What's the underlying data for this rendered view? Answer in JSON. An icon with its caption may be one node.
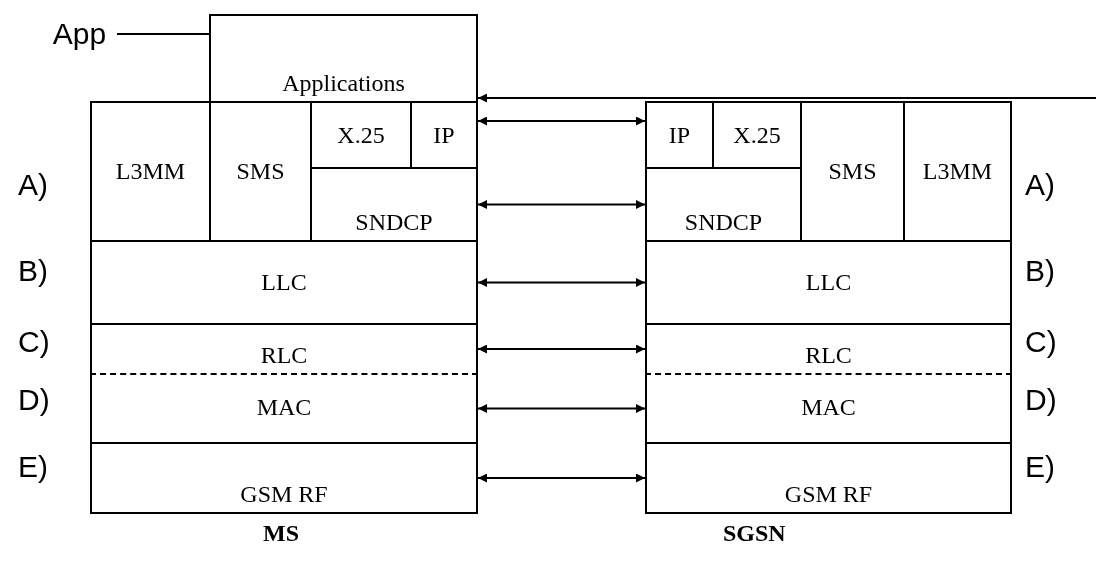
{
  "diagram": {
    "nodes": [
      {
        "text": [
          "App"
        ]
      },
      {
        "text": [
          "Applications"
        ]
      },
      {
        "text": [
          "L3MM"
        ]
      },
      {
        "text": [
          "SMS"
        ]
      },
      {
        "text": [
          "X.25"
        ]
      },
      {
        "text": [
          "IP"
        ]
      },
      {
        "text": [
          "SNDCP"
        ]
      },
      {
        "text": [
          "LLC"
        ]
      },
      {
        "text": [
          "RLC"
        ]
      },
      {
        "text": [
          "MAC"
        ]
      },
      {
        "text": [
          "GSM RF"
        ]
      },
      {
        "text": [
          "IP"
        ]
      },
      {
        "text": [
          "X.25"
        ]
      },
      {
        "text": [
          "SNDCP"
        ]
      },
      {
        "text": [
          "SMS"
        ]
      },
      {
        "text": [
          "L3MM"
        ]
      },
      {
        "text": [
          "LLC"
        ]
      },
      {
        "text": [
          "RLC"
        ]
      },
      {
        "text": [
          "MAC"
        ]
      },
      {
        "text": [
          "GSM RF"
        ]
      }
    ],
    "edges": [
      {
        "from": 0,
        "to": 1,
        "arrow": "none"
      },
      {
        "from": null,
        "to": 1,
        "arrow": "to"
      },
      {
        "from": 5,
        "to": 11,
        "arrow": "both"
      },
      {
        "from": 6,
        "to": 13,
        "arrow": "both"
      },
      {
        "from": 7,
        "to": 16,
        "arrow": "both"
      },
      {
        "from": 8,
        "to": 17,
        "arrow": "both"
      },
      {
        "from": 9,
        "to": 18,
        "arrow": "both"
      },
      {
        "from": 10,
        "to": 19,
        "arrow": "both"
      }
    ],
    "labels": [
      "A)",
      "A)",
      "B)",
      "B)",
      "C)",
      "C)",
      "D)",
      "D)",
      "E)",
      "E)",
      "MS",
      "SGSN"
    ]
  }
}
